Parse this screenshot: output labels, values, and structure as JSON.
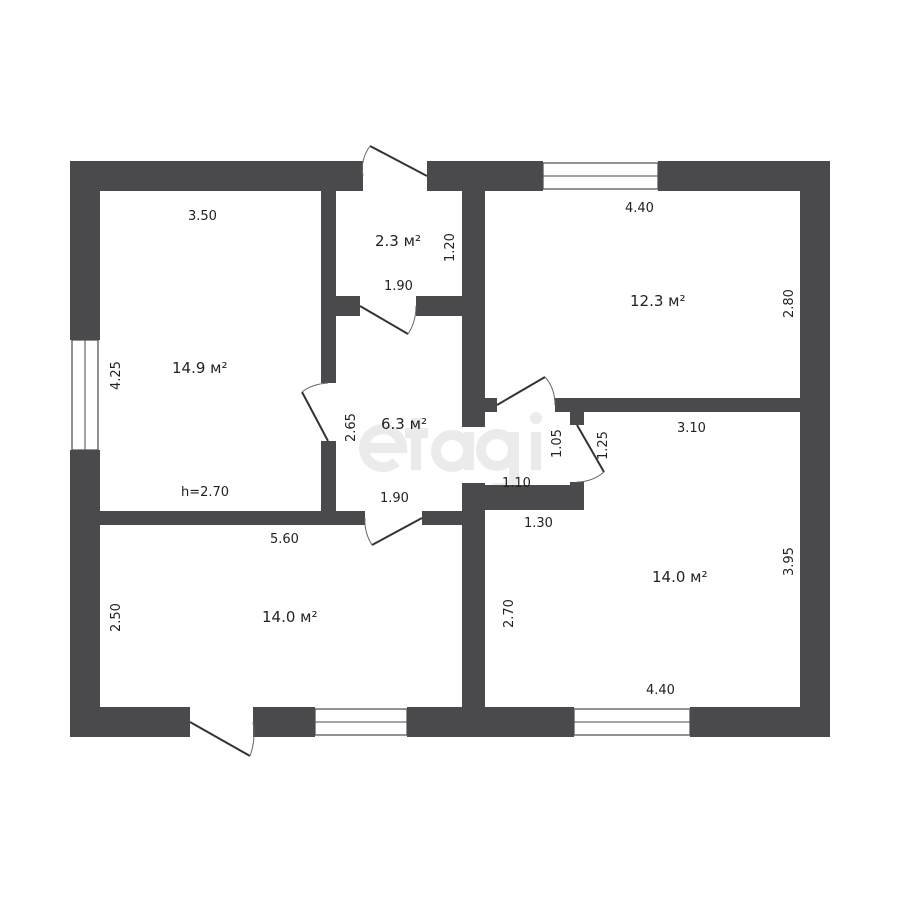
{
  "watermark": "etagi",
  "colors": {
    "wall": "#4a4a4c",
    "background": "#ffffff"
  },
  "rooms": [
    {
      "name": "left-room",
      "area": "14.9 м²",
      "dims": [
        "3.50",
        "4.25"
      ],
      "ceiling": "h=2.70"
    },
    {
      "name": "vestibule",
      "area": "2.3 м²",
      "dims": [
        "1.90",
        "1.20"
      ]
    },
    {
      "name": "hall",
      "area": "6.3 м²",
      "dims": [
        "1.90",
        "2.65"
      ]
    },
    {
      "name": "top-right-room",
      "area": "12.3 м²",
      "dims": [
        "4.40",
        "2.80"
      ]
    },
    {
      "name": "corridor",
      "dims": [
        "1.10",
        "1.05",
        "1.25"
      ]
    },
    {
      "name": "bottom-left-room",
      "area": "14.0 м²",
      "dims": [
        "5.60",
        "2.50"
      ]
    },
    {
      "name": "bottom-right-room",
      "area": "14.0 м²",
      "dims": [
        "3.10",
        "3.95",
        "1.30",
        "2.70",
        "4.40"
      ]
    }
  ]
}
